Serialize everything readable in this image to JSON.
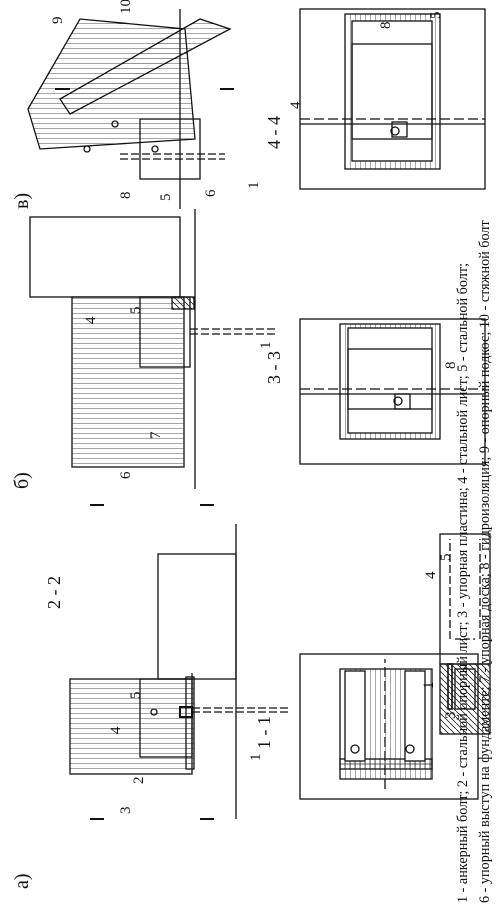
{
  "figure": {
    "parts": [
      {
        "label": "а)",
        "section_label": "1 - 1",
        "cut_label": "2 - 2",
        "cut_marks": [
          "1",
          "1",
          "2",
          "2"
        ]
      },
      {
        "label": "б)",
        "section_label": "3 - 3",
        "cut_marks": [
          "3",
          "3"
        ]
      },
      {
        "label": "в)",
        "section_label": "4 - 4",
        "cut_marks": [
          "4",
          "4"
        ]
      }
    ],
    "callouts": [
      "1",
      "2",
      "3",
      "4",
      "5",
      "6",
      "7",
      "8",
      "9",
      "10"
    ]
  },
  "legend": {
    "line1": "1 - анкерный болт; 2 - стальной опорный лист; 3 - упорная пластина; 4 - стальной лист; 5 - стальной болт;",
    "line2": "6 - упорный выступ на фундаменте; 7 - упорная доска; 8 - гидроизоляция; 9 - опорный подкос; 10 - стяжной болт"
  }
}
